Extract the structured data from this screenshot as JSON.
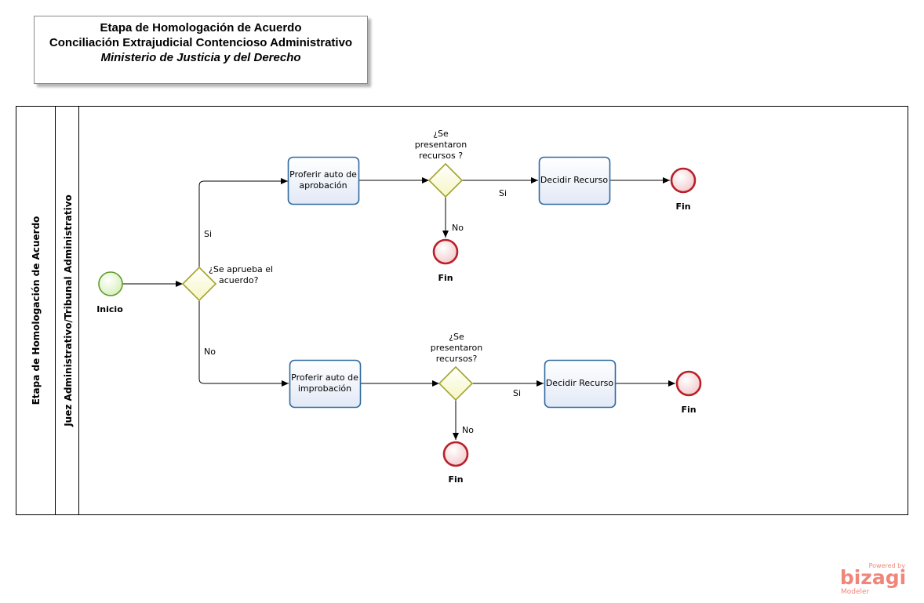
{
  "header": {
    "line1": "Etapa de Homologación de Acuerdo",
    "line2": "Conciliación Extrajudicial Contencioso Administrativo",
    "line3": "Ministerio de Justicia y del Derecho"
  },
  "pool": {
    "name": "Etapa de Homologación de Acuerdo"
  },
  "lane": {
    "name": "Juez Administrativo/Tribunal Administrativo"
  },
  "events": {
    "start": "Inicio",
    "end_top_right": "Fin",
    "end_top_no": "Fin",
    "end_bottom_right": "Fin",
    "end_bottom_no": "Fin"
  },
  "gateways": {
    "main": {
      "line1": "¿Se aprueba el",
      "line2": "acuerdo?"
    },
    "top": {
      "line1": "¿Se",
      "line2": "presentaron",
      "line3": "recursos ?"
    },
    "bottom": {
      "line1": "¿Se",
      "line2": "presentaron",
      "line3": "recursos?"
    }
  },
  "tasks": {
    "aprobacion": {
      "line1": "Proferir auto de",
      "line2": "aprobación"
    },
    "improbacion": {
      "line1": "Proferir auto de",
      "line2": "improbación"
    },
    "decidir_top": "Decidir Recurso",
    "decidir_bottom": "Decidir Recurso"
  },
  "flow_labels": {
    "main_yes": "Si",
    "main_no": "No",
    "top_yes": "Si",
    "top_no": "No",
    "bottom_yes": "Si",
    "bottom_no": "No"
  },
  "logo": {
    "powered": "Powered by",
    "brand": "bizagi",
    "product": "Modeler"
  },
  "colors": {
    "task_stroke": "#2f6aa0",
    "task_fill": "#eef2fa",
    "gateway_stroke": "#a4a32f",
    "gateway_fill": "#fbfbd6",
    "start_stroke": "#5f9c2a",
    "start_fill": "#e8f6d4",
    "end_stroke": "#b8202a",
    "end_fill": "#f7dfe0",
    "logo": "#f0857a"
  }
}
